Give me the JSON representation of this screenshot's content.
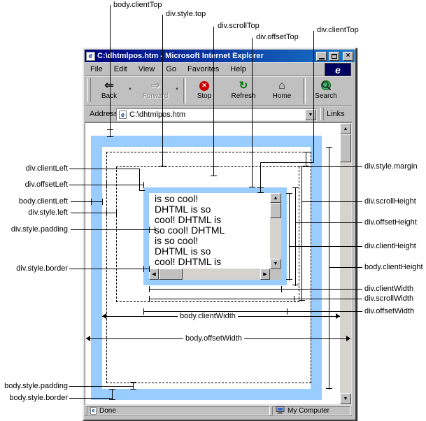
{
  "window": {
    "title": "C:\\dhtmlpos.htm - Microsoft Internet Explorer",
    "title_icon_letter": "e",
    "close_glyph": "×",
    "menu": [
      "File",
      "Edit",
      "View",
      "Go",
      "Favorites",
      "Help"
    ],
    "logo_letter": "e",
    "toolbar": [
      {
        "label": "Back"
      },
      {
        "label": "Forward"
      },
      {
        "label": "Stop"
      },
      {
        "label": "Refresh"
      },
      {
        "label": "Home"
      },
      {
        "label": "Search"
      }
    ],
    "address": {
      "label": "Address",
      "value": "C:\\dhtmlpos.htm"
    },
    "links_label": "Links",
    "status": {
      "left": "Done",
      "right": "My Computer"
    }
  },
  "body_div": {
    "text_lines": [
      "is so cool!",
      "DHTML is so",
      "cool! DHTML is",
      "so cool! DHTML",
      "is so cool!",
      "DHTML is so",
      "cool! DHTML is"
    ]
  },
  "callouts": {
    "body_clientTop": "body.clientTop",
    "div_styleTop": "div.style.top",
    "div_scrollTop": "div.scrollTop",
    "div_offsetTop": "div.offsetTop",
    "div_clientTop": "div.clientTop",
    "div_styleMargin": "div.style.margin",
    "div_clientLeft": "div.clientLeft",
    "div_offsetLeft": "div.offsetLeft",
    "body_clientLeft": "body.clientLeft",
    "div_styleLeft": "div.style.left",
    "div_stylePadding": "div.style.padding",
    "div_styleBorder": "div.style.border",
    "div_scrollHeight": "div.scrollHeight",
    "div_offsetHeight": "div.offsetHeight",
    "div_clientHeight": "div.clientHeight",
    "body_clientHeight": "body.clientHeight",
    "div_clientWidth": "div.clientWidth",
    "div_scrollWidth": "div.scrollWidth",
    "div_offsetWidth": "div.offsetWidth",
    "body_clientWidth": "body.clientWidth",
    "body_offsetWidth": "body.offsetWidth",
    "body_stylePadding": "body.style.padding",
    "body_styleBorder": "body.style.border"
  },
  "colors": {
    "body_border": "#99ccff",
    "titlebar_start": "#000080",
    "titlebar_end": "#1878c8",
    "chrome": "#c0c0c0"
  }
}
